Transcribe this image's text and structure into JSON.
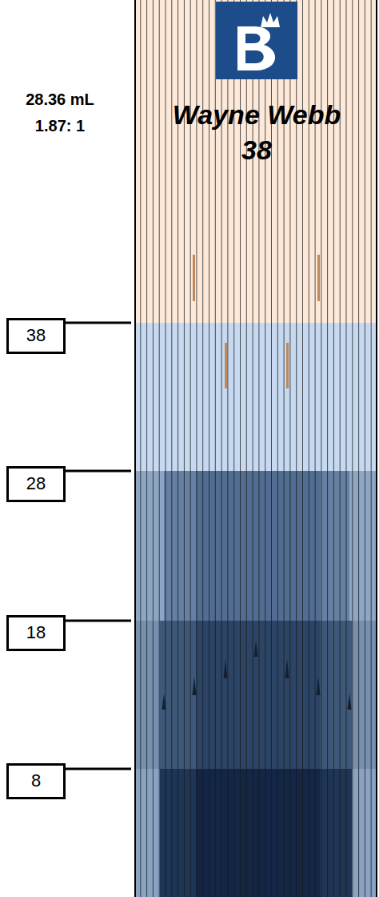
{
  "diagram": {
    "nodes": [
      {
        "text": [
          "Wayne Webb 38"
        ]
      },
      {
        "text": [
          "38"
        ]
      },
      {
        "text": [
          "28"
        ]
      },
      {
        "text": [
          "18"
        ]
      },
      {
        "text": [
          "8"
        ]
      }
    ],
    "edges": [
      {
        "from": 1,
        "to": 0,
        "arrow": "none"
      },
      {
        "from": 2,
        "to": 0,
        "arrow": "none"
      },
      {
        "from": 3,
        "to": 0,
        "arrow": "none"
      },
      {
        "from": 4,
        "to": 0,
        "arrow": "none"
      }
    ],
    "labels": [
      "28.36 mL",
      "1.87: 1"
    ]
  }
}
